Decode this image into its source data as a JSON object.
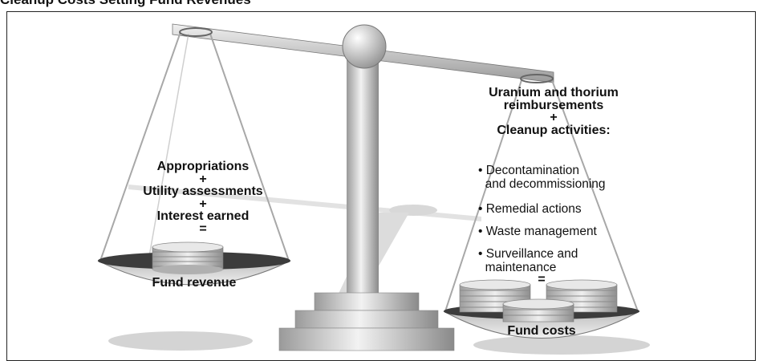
{
  "heading": "Cleanup Costs Setting Fund Revenues",
  "left_pan": {
    "lines": [
      "Appropriations",
      "+",
      "Utility assessments",
      "+",
      "Interest earned",
      "="
    ],
    "label": "Fund revenue"
  },
  "right_pan": {
    "header_lines": [
      "Uranium and thorium",
      "reimbursements",
      "+",
      "Cleanup activities:"
    ],
    "bullets": [
      [
        "Decontamination",
        "and decommissioning"
      ],
      [
        "Remedial actions"
      ],
      [
        "Waste management"
      ],
      [
        "Surveillance and",
        "maintenance"
      ]
    ],
    "equals": "=",
    "label": "Fund costs"
  },
  "colors": {
    "frame": "#222222",
    "metal_light": "#e6e6e6",
    "metal_dark": "#8a8a8a",
    "pan_dark": "#3c3c3c",
    "shadow": "#cfcfcf"
  },
  "icons": [
    "balance-scale-icon",
    "coin-stack-icon"
  ]
}
